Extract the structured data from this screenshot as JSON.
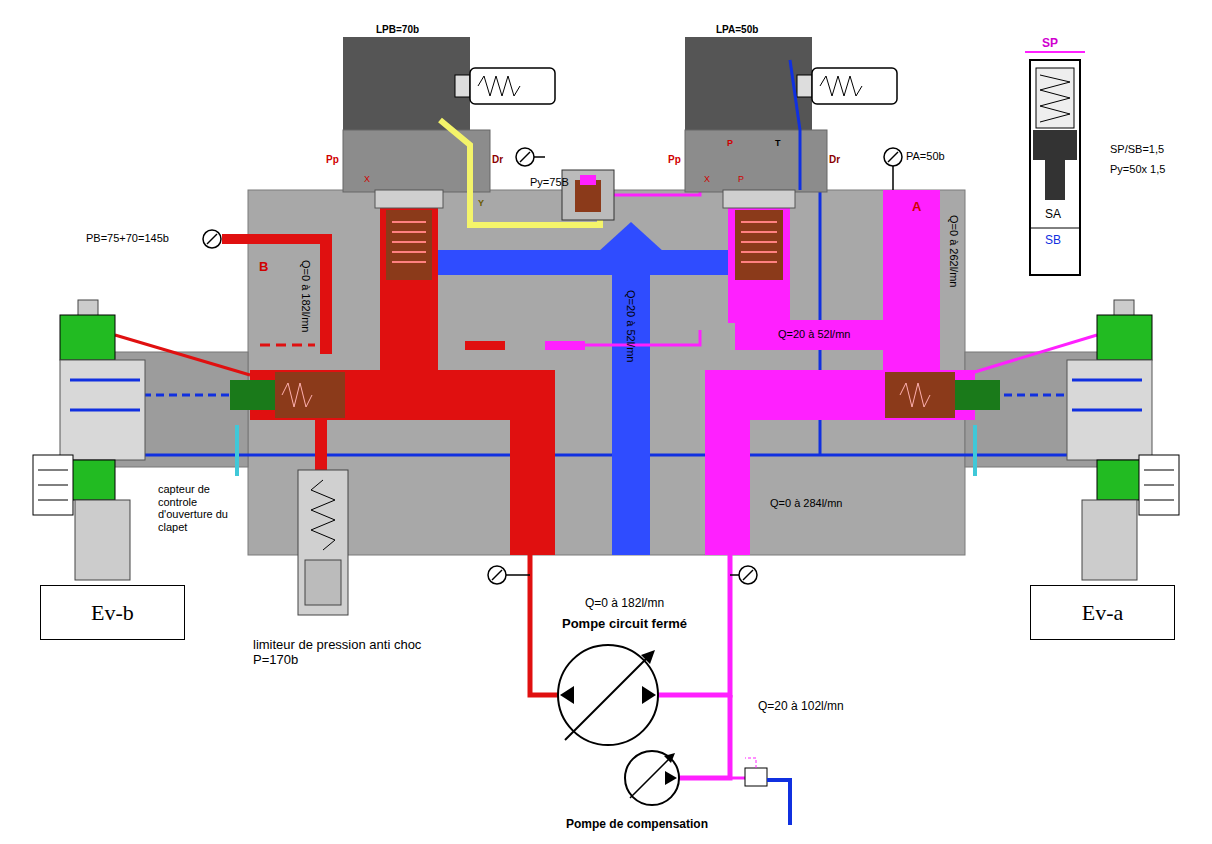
{
  "diagram": {
    "nodes": [
      {
        "text": [
          "Ev-b"
        ]
      },
      {
        "text": [
          "Ev-a"
        ]
      }
    ],
    "labels": [
      "LPB=70b",
      "Pp",
      "X",
      "Y",
      "Dr",
      "Py=75B",
      "LPA=50b",
      "Pp",
      "P",
      "T",
      "Dr",
      "X",
      "P",
      "PA=50b",
      "A",
      "Q=0 à 262l/mn",
      "SP",
      "SP/SB=1,5",
      "Py=50x 1,5",
      "SA",
      "SB",
      "PB=75+70=145b",
      "B",
      "Q=0 à 182l/mn",
      "Q=20 à 52l/mn",
      "Q=20 à 52l/mn",
      "capteur de controle d'ouverture du clapet",
      "Q=0 à 284l/mn",
      "limiteur de pression anti choc P=170b",
      "Q=0 à 182l/mn",
      "Pompe circuit fermé",
      "Q=20 à 102l/mn",
      "Pompe de compensation"
    ]
  }
}
